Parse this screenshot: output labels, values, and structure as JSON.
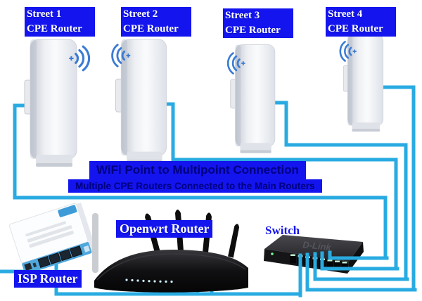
{
  "labels": {
    "cpe_units": [
      {
        "street": "Street 1",
        "device": "CPE Router"
      },
      {
        "street": "Street 2",
        "device": "CPE Router"
      },
      {
        "street": "Street 3",
        "device": "CPE Router"
      },
      {
        "street": "Street 4",
        "device": "CPE Router"
      }
    ],
    "banner": {
      "line1": "WiFi Point to Multipoint Connection",
      "line2": "Multiple CPE Routers Connected to the Main Routers"
    },
    "isp_router": "ISP Router",
    "openwrt_router": "Openwrt Router",
    "switch": "Switch",
    "switch_brand": "D-Link"
  },
  "colors": {
    "wire": "#29ABE2",
    "highlight": "#1414EE",
    "banner_text": "#00007E",
    "label_text": "#FFFFFF",
    "wifi": "#3B7BD4"
  },
  "connections": [
    {
      "from": "Street 1 CPE Router",
      "to": "Switch"
    },
    {
      "from": "Street 2 CPE Router",
      "to": "Switch"
    },
    {
      "from": "Street 3 CPE Router",
      "to": "Switch"
    },
    {
      "from": "Street 4 CPE Router",
      "to": "Switch"
    },
    {
      "from": "ISP Router",
      "to": "Openwrt Router"
    },
    {
      "from": "Openwrt Router",
      "to": "Switch"
    },
    {
      "from": "ISP Router",
      "to": "edge-left-uplink"
    }
  ]
}
